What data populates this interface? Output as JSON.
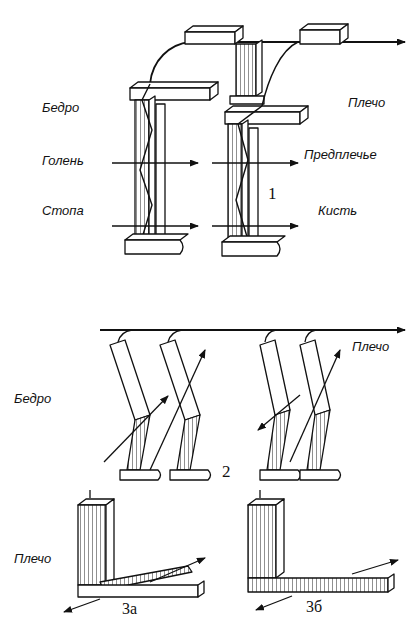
{
  "diagram": {
    "labels": [
      "Бедро",
      "Голень",
      "Стопа",
      "Плечо",
      "Предплечье",
      "Кисть",
      "1",
      "Бедро",
      "Плечо",
      "2",
      "Плечо",
      "3а",
      "3б"
    ]
  }
}
